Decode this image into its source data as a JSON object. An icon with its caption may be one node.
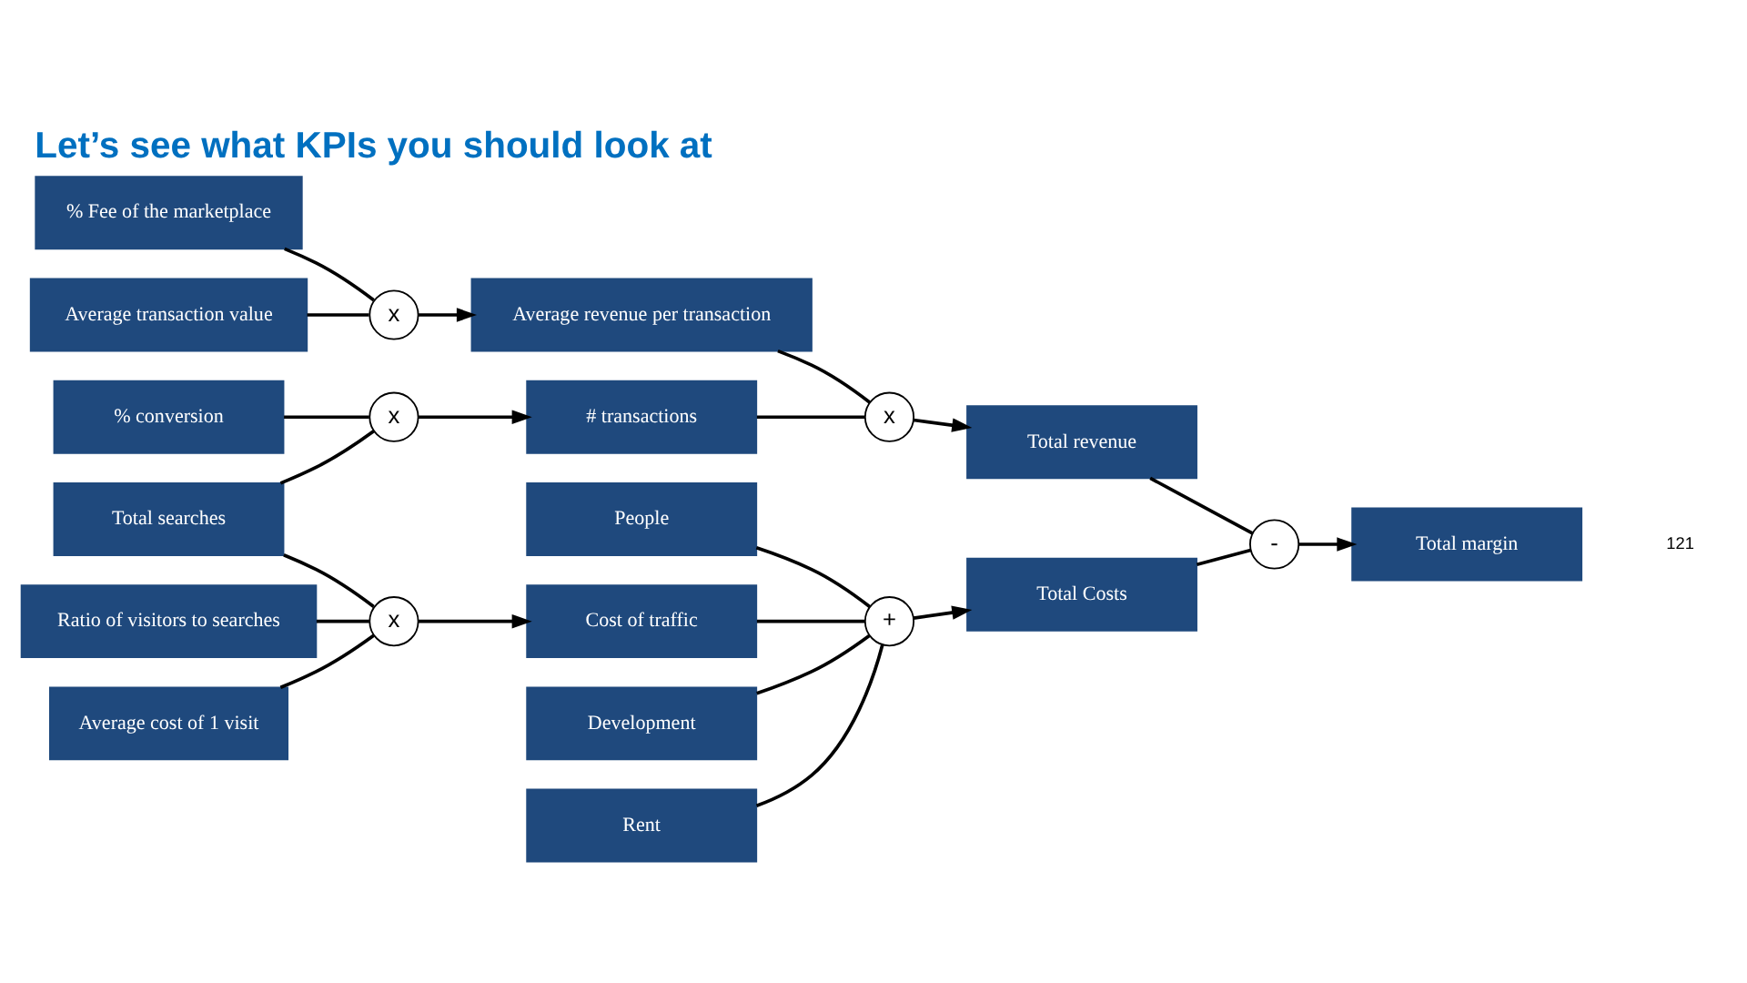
{
  "diagram": {
    "title": "Let’s see what KPIs you should look at",
    "nodes": [
      {
        "text": [
          "Total searches"
        ]
      },
      {
        "text": [
          "% conversion"
        ]
      },
      {
        "text": [
          "x"
        ]
      },
      {
        "text": [
          "# transactions"
        ]
      },
      {
        "text": [
          "Average revenue per transaction"
        ]
      },
      {
        "text": [
          "x"
        ]
      },
      {
        "text": [
          "Total revenue"
        ]
      },
      {
        "text": [
          "x"
        ]
      },
      {
        "text": [
          "% Fee of the marketplace"
        ]
      },
      {
        "text": [
          "Average transaction value"
        ]
      },
      {
        "text": [
          "x"
        ]
      },
      {
        "text": [
          "Ratio of visitors to searches"
        ]
      },
      {
        "text": [
          "Average cost of 1 visit"
        ]
      },
      {
        "text": [
          "Cost of traffic"
        ]
      },
      {
        "text": [
          "Rent"
        ]
      },
      {
        "text": [
          "People"
        ]
      },
      {
        "text": [
          "Development"
        ]
      },
      {
        "text": [
          "+"
        ]
      },
      {
        "text": [
          "Total Costs"
        ]
      },
      {
        "text": [
          "-"
        ]
      },
      {
        "text": [
          "Total margin"
        ]
      }
    ],
    "edges": [
      {
        "from": 0,
        "to": 2,
        "arrow": "none"
      },
      {
        "from": 1,
        "to": 2,
        "arrow": "none"
      },
      {
        "from": 2,
        "to": 3,
        "arrow": "to"
      },
      {
        "from": 3,
        "to": 5,
        "arrow": "none"
      },
      {
        "from": 4,
        "to": 5,
        "arrow": "none"
      },
      {
        "from": 5,
        "to": 6,
        "arrow": "to"
      },
      {
        "from": 8,
        "to": 7,
        "arrow": "none"
      },
      {
        "from": 9,
        "to": 7,
        "arrow": "none"
      },
      {
        "from": 7,
        "to": 4,
        "arrow": "to"
      },
      {
        "from": 0,
        "to": 10,
        "arrow": "none"
      },
      {
        "from": 10,
        "to": 13,
        "arrow": "to"
      },
      {
        "from": 11,
        "to": 10,
        "arrow": "none"
      },
      {
        "from": 12,
        "to": 10,
        "arrow": "none"
      },
      {
        "from": 13,
        "to": 17,
        "arrow": "none"
      },
      {
        "from": 14,
        "to": 17,
        "arrow": "none"
      },
      {
        "from": 15,
        "to": 17,
        "arrow": "none"
      },
      {
        "from": 16,
        "to": 17,
        "arrow": "none"
      },
      {
        "from": 17,
        "to": 18,
        "arrow": "to"
      },
      {
        "from": 6,
        "to": 19,
        "arrow": "none"
      },
      {
        "from": 18,
        "to": 19,
        "arrow": "none"
      },
      {
        "from": 19,
        "to": 20,
        "arrow": "to"
      }
    ],
    "labels": [
      "121"
    ]
  }
}
